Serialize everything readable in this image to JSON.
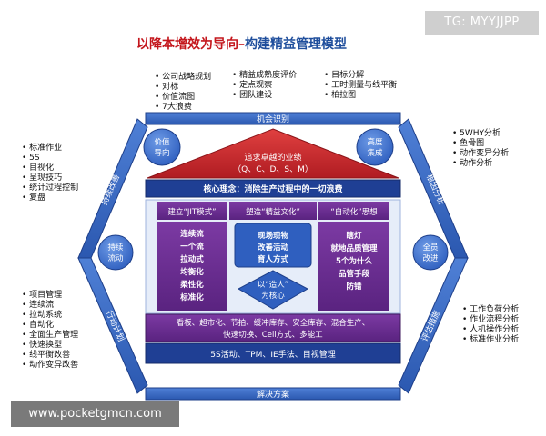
{
  "title_main": "以降本增效为导向–",
  "title_sub": "构建精益管理模型",
  "watermark_top": "TG: MYYJJPP",
  "watermark_bottom": "www.pocketgmcn.com",
  "top_lists": {
    "left": [
      "公司战略规划",
      "对标",
      "价值流图",
      "7大浪费"
    ],
    "middle": [
      "精益成熟度评价",
      "定点观察",
      "团队建设"
    ],
    "right": [
      "目标分解",
      "工时测量与线平衡",
      "柏拉图"
    ]
  },
  "left_upper_list": [
    "标准作业",
    "5S",
    "目视化",
    "呈现技巧",
    "统计过程控制",
    "复盘"
  ],
  "left_lower_list": [
    "项目管理",
    "连续流",
    "拉动系统",
    "自动化",
    "全面生产管理",
    "快速换型",
    "线平衡改善",
    "动作变异改善"
  ],
  "right_upper_list": [
    "5WHY分析",
    "鱼骨图",
    "动作变异分析",
    "动作分析"
  ],
  "right_lower_list": [
    "工作负荷分析",
    "作业流程分析",
    "人机操作分析",
    "标准作业分析"
  ],
  "hexagon": {
    "top_edge": "机会识别",
    "bottom_edge": "解决方案",
    "upper_left_edge": "持续改善",
    "upper_right_edge": "根因分析",
    "lower_left_edge": "行动计划",
    "lower_right_edge": "评估措施"
  },
  "circles": {
    "value_oriented": "价值导向",
    "high_integration": "高度集成",
    "continuous_flow": "持续流动",
    "full_improvement": "全员改进"
  },
  "house": {
    "roof_line1": "追求卓越的业绩",
    "roof_line2": "（Q、C、D、S、M）",
    "core_concept": "核心理念：消除生产过程中的一切浪费",
    "pillar_left_title": "建立“JIT模式”",
    "pillar_middle_title": "塑造“精益文化”",
    "pillar_right_title": "“自动化”思想",
    "pillar_left_items": [
      "连续流",
      "一个流",
      "拉动式",
      "均衡化",
      "柔性化",
      "标准化"
    ],
    "pillar_middle_items": [
      "现场现物",
      "改善活动",
      "育人方式"
    ],
    "pillar_right_items": [
      "瞎灯",
      "就地品质管理",
      "5个为什么",
      "品管手段",
      "防错"
    ],
    "people_core": [
      "以“造人”",
      "为核心"
    ],
    "tools_line1": "看板、超市化、节拍、缓冲库存、安全库存、混合生产、",
    "tools_line2": "快速切换、Cell方式、多能工",
    "foundation": "5S活动、TPM、IE手法、目视管理"
  },
  "colors": {
    "hex_blue": "#3a6bc4",
    "title_red": "#c4161c",
    "roof_red": "#c9262c",
    "purple": "#6a2c8e",
    "navy": "#1f3f94"
  }
}
